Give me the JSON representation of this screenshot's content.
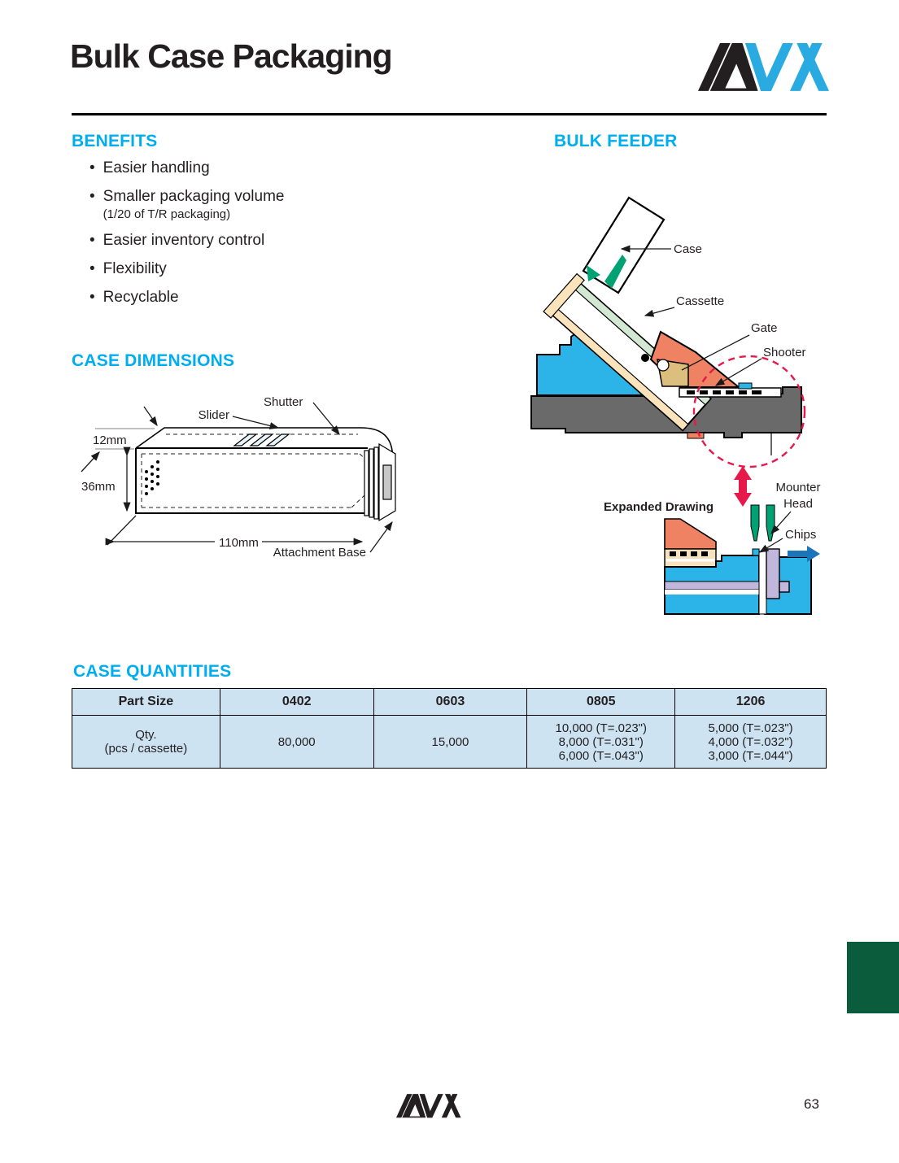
{
  "page": {
    "title": "Bulk Case Packaging",
    "page_number": "63",
    "brand": "AVX"
  },
  "benefits": {
    "heading": "BENEFITS",
    "items": [
      {
        "text": "Easier handling"
      },
      {
        "text": "Smaller packaging volume",
        "sub": "(1/20 of T/R packaging)"
      },
      {
        "text": "Easier inventory control"
      },
      {
        "text": "Flexibility"
      },
      {
        "text": "Recyclable"
      }
    ]
  },
  "case_dimensions": {
    "heading": "CASE DIMENSIONS",
    "labels": {
      "shutter": "Shutter",
      "slider": "Slider",
      "height_top": "12mm",
      "height_front": "36mm",
      "length": "110mm",
      "attachment_base": "Attachment Base"
    }
  },
  "bulk_feeder": {
    "heading": "BULK FEEDER",
    "labels": {
      "case": "Case",
      "cassette": "Cassette",
      "gate": "Gate",
      "shooter": "Shooter",
      "mounter_line1": "Mounter",
      "mounter_line2": "Head",
      "chips": "Chips",
      "expanded_drawing": "Expanded Drawing"
    }
  },
  "case_quantities": {
    "heading": "CASE QUANTITIES",
    "table": {
      "headers": [
        "Part Size",
        "0402",
        "0603",
        "0805",
        "1206"
      ],
      "row_label": [
        "Qty.",
        "(pcs / cassette)"
      ],
      "cells": [
        [
          "80,000"
        ],
        [
          "15,000"
        ],
        [
          "10,000 (T=.023\")",
          "8,000 (T=.031\")",
          "6,000 (T=.043\")"
        ],
        [
          "5,000 (T=.023\")",
          "4,000 (T=.032\")",
          "3,000 (T=.044\")"
        ]
      ]
    }
  },
  "colors": {
    "accent_cyan": "#00aeef",
    "logo_cyan": "#29abe2",
    "shutter_blue": "#5ec4ee",
    "feeder_blue": "#2cb4e8",
    "orange": "#ef8262",
    "tan": "#dcbf7e",
    "cream": "#fbe3bc",
    "cassette_green": "#d2e8d2",
    "chip_green": "#00a173",
    "base_gray": "#6a6a6a",
    "red": "#e6194b",
    "lavender": "#c1b7dc",
    "arrow_blue": "#1b75bb",
    "table_bg": "#cde3f1",
    "green_tab": "#0b5c3c"
  }
}
